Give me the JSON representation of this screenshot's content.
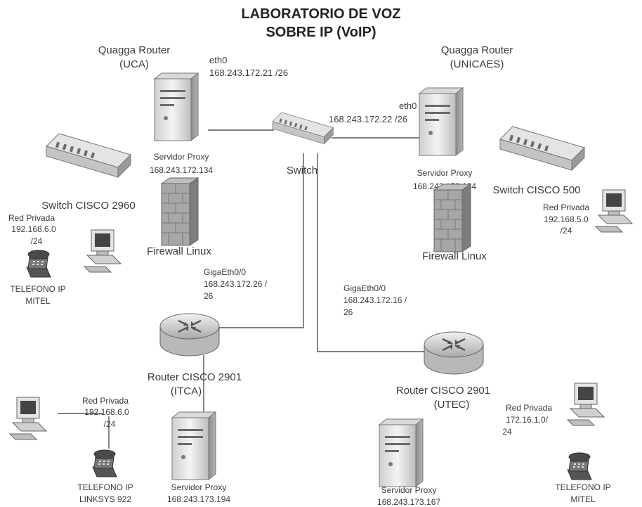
{
  "title": {
    "line1": "LABORATORIO DE VOZ",
    "line2": "SOBRE IP (VoIP)"
  },
  "nodes": {
    "uca": {
      "router_name": "Quagga Router",
      "router_site": "(UCA)",
      "iface_name": "eth0",
      "iface_ip": "168.243.172.21 /26",
      "proxy_label": "Servidor Proxy",
      "proxy_ip": "168.243.172.134",
      "switch_label": "Switch CISCO 2960",
      "firewall_label": "Firewall Linux",
      "lan_label": "Red Privada",
      "lan_net": "192.168.6.0",
      "lan_mask": "/24",
      "phone_label1": "TELEFONO IP",
      "phone_label2": "MITEL"
    },
    "core": {
      "switch_label": "Switch"
    },
    "unicaes": {
      "router_name": "Quagga Router",
      "router_site": "(UNICAES)",
      "iface_name": "eth0",
      "iface_ip": "168.243.172.22 /26",
      "proxy_label": "Servidor Proxy",
      "proxy_ip": "168.243.173.134",
      "switch_label": "Switch CISCO 500",
      "firewall_label": "Firewall Linux",
      "lan_label": "Red Privada",
      "lan_net": "192.168.5.0",
      "lan_mask": "/24"
    },
    "itca": {
      "iface_name": "GigaEth0/0",
      "iface_ip": "168.243.172.26 /",
      "iface_mask": "26",
      "router_name": "Router CISCO 2901",
      "router_site": "(ITCA)",
      "lan_label": "Red Privada",
      "lan_net": "192.168.6.0",
      "lan_mask": "/24",
      "phone_label1": "TELEFONO IP",
      "phone_label2": "LINKSYS 922",
      "proxy_label": "Servidor Proxy",
      "proxy_ip": "168.243.173.194"
    },
    "utec": {
      "iface_name": "GigaEth0/0",
      "iface_ip": "168.243.172.16 /",
      "iface_mask": "26",
      "router_name": "Router CISCO 2901",
      "router_site": "(UTEC)",
      "lan_label": "Red Privada",
      "lan_net": "172.16.1.0/",
      "lan_mask": "24",
      "proxy_label": "Servidor Proxy",
      "proxy_ip": "168.243.173.167",
      "phone_label1": "TELEFONO IP",
      "phone_label2": "MITEL"
    }
  },
  "icons": {
    "server": "server-tower-icon",
    "router": "router-icon",
    "switch": "network-switch-icon",
    "firewall": "firewall-icon",
    "workstation": "workstation-icon",
    "phone": "ip-phone-icon"
  },
  "colors": {
    "line": "#555555",
    "device_fill": "#e6e6e6",
    "device_dark": "#9a9a9a",
    "text": "#3a3a3a"
  }
}
